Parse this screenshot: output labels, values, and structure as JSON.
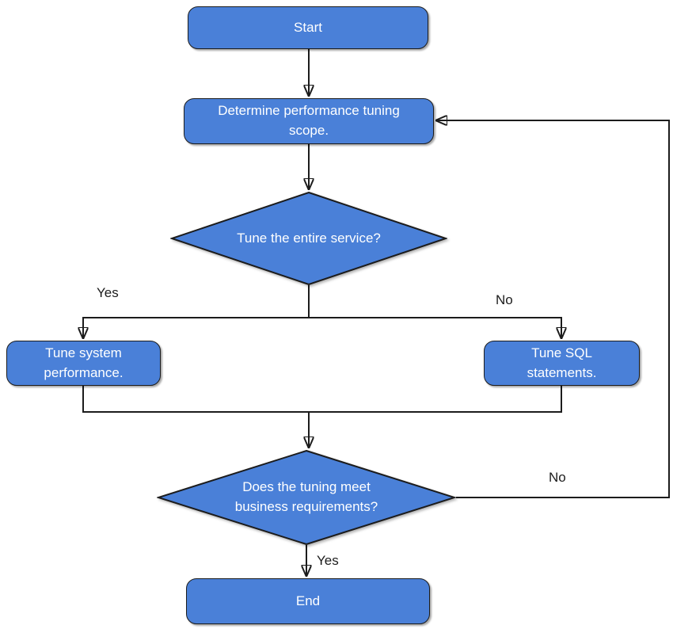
{
  "diagram": {
    "type": "flowchart",
    "colors": {
      "node_fill": "#4a80d8",
      "node_border": "#1c1c1c",
      "node_text": "#ffffff",
      "edge": "#1c1c1c",
      "label_text": "#1c1c1c",
      "background": "#ffffff"
    },
    "nodes": {
      "start": {
        "label": "Start",
        "shape": "rounded-rect"
      },
      "determine_scope": {
        "label": "Determine performance tuning\nscope.",
        "shape": "rounded-rect"
      },
      "tune_entire_service": {
        "label": "Tune the entire service?",
        "shape": "diamond"
      },
      "tune_system_performance": {
        "label": "Tune system\nperformance.",
        "shape": "rounded-rect"
      },
      "tune_sql_statements": {
        "label": "Tune SQL\nstatements.",
        "shape": "rounded-rect"
      },
      "meets_business_requirements": {
        "label": "Does the tuning meet\nbusiness requirements?",
        "shape": "diamond"
      },
      "end": {
        "label": "End",
        "shape": "rounded-rect"
      }
    },
    "edge_labels": {
      "entire_service_yes": "Yes",
      "entire_service_no": "No",
      "requirements_no": "No",
      "requirements_yes": "Yes"
    },
    "edges": [
      {
        "from": "start",
        "to": "determine_scope"
      },
      {
        "from": "determine_scope",
        "to": "tune_entire_service"
      },
      {
        "from": "tune_entire_service",
        "to": "tune_system_performance",
        "label": "Yes"
      },
      {
        "from": "tune_entire_service",
        "to": "tune_sql_statements",
        "label": "No"
      },
      {
        "from": "tune_system_performance",
        "to": "meets_business_requirements"
      },
      {
        "from": "tune_sql_statements",
        "to": "meets_business_requirements"
      },
      {
        "from": "meets_business_requirements",
        "to": "end",
        "label": "Yes"
      },
      {
        "from": "meets_business_requirements",
        "to": "determine_scope",
        "label": "No"
      }
    ]
  }
}
